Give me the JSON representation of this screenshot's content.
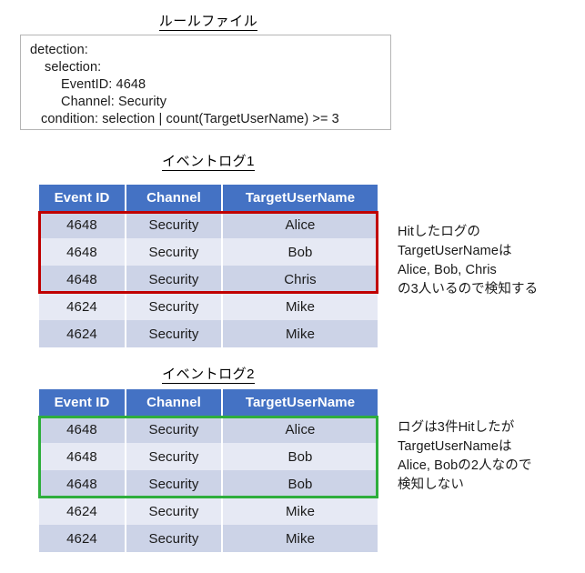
{
  "figure": {
    "sections": {
      "rule_title": "ルールファイル",
      "log1_title": "イベントログ1",
      "log2_title": "イベントログ2"
    }
  },
  "rule_file": {
    "lines": [
      "detection:",
      "selection:",
      "EventID: 4648",
      "Channel: Security",
      "condition: selection | count(TargetUserName) >= 3"
    ]
  },
  "tables": {
    "columns": [
      "Event ID",
      "Channel",
      "TargetUserName"
    ],
    "log1": {
      "rows": [
        [
          "4648",
          "Security",
          "Alice"
        ],
        [
          "4648",
          "Security",
          "Bob"
        ],
        [
          "4648",
          "Security",
          "Chris"
        ],
        [
          "4624",
          "Security",
          "Mike"
        ],
        [
          "4624",
          "Security",
          "Mike"
        ]
      ]
    },
    "log2": {
      "rows": [
        [
          "4648",
          "Security",
          "Alice"
        ],
        [
          "4648",
          "Security",
          "Bob"
        ],
        [
          "4648",
          "Security",
          "Bob"
        ],
        [
          "4624",
          "Security",
          "Mike"
        ],
        [
          "4624",
          "Security",
          "Mike"
        ]
      ]
    }
  },
  "highlights": {
    "log1": {
      "color": "#c00000",
      "rows": 3
    },
    "log2": {
      "color": "#2eae3c",
      "rows": 3
    }
  },
  "annotations": {
    "log1": [
      "Hitしたログの",
      "TargetUserNameは",
      "Alice, Bob, Chris",
      "の3人いるので検知する"
    ],
    "log2": [
      "ログは3件Hitしたが",
      "TargetUserNameは",
      "Alice, Bobの2人なので",
      "検知しない"
    ]
  }
}
